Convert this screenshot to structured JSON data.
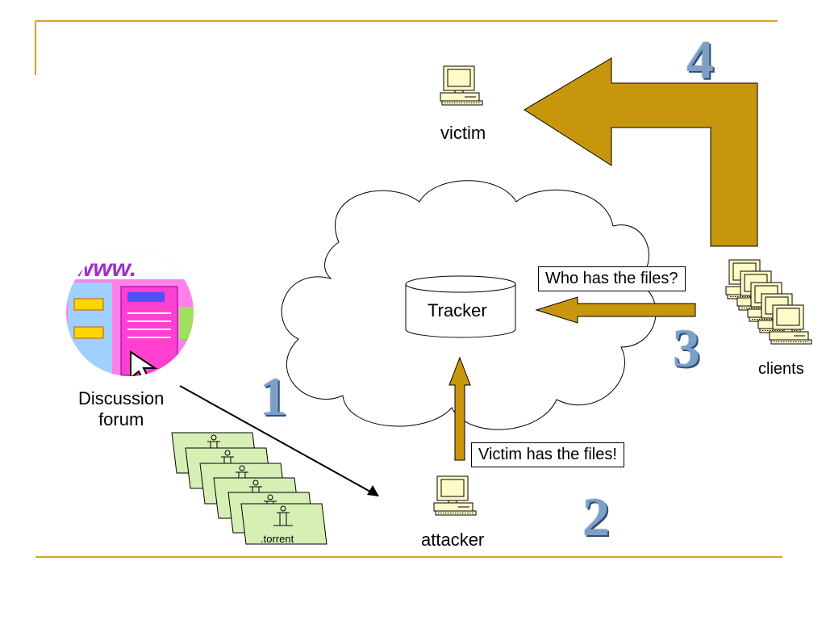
{
  "nodes": {
    "victim": "victim",
    "attacker": "attacker",
    "clients": "clients",
    "tracker": "Tracker",
    "forum": "Discussion\nforum",
    "torrent_file": ".torrent"
  },
  "messages": {
    "who_has": "Who has the files?",
    "victim_has": "Victim has the files!"
  },
  "steps": [
    "1",
    "2",
    "3",
    "4"
  ],
  "colors": {
    "arrow_fill": "#c8960c",
    "rule": "#e0a020",
    "step_number": "#7d9fc6",
    "torrent_paper": "#d6efb5"
  }
}
